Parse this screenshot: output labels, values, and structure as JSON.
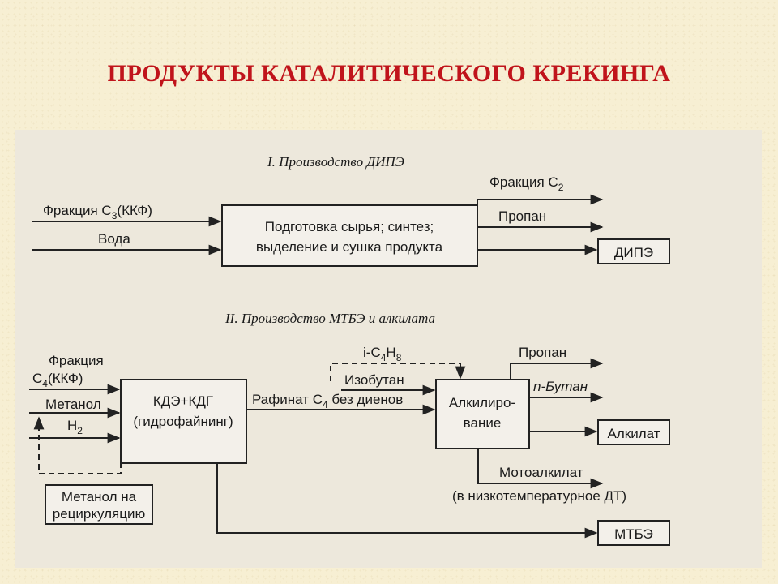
{
  "slide": {
    "title": "ПРОДУКТЫ КАТАЛИТИЧЕСКОГО КРЕКИНГА"
  },
  "colors": {
    "title": "#c0141b",
    "background": "#f7efd3",
    "scan": "#ede8dc",
    "ink": "#222222"
  },
  "diagram": {
    "section1": {
      "title": "I. Производство ДИПЭ",
      "inputs": {
        "c3_fraction": "Фракция С",
        "c3_sub": "3",
        "c3_tail": "(ККФ)",
        "water": "Вода"
      },
      "process_box": {
        "line1": "Подготовка сырья; синтез;",
        "line2": "выделение и сушка продукта"
      },
      "outputs": {
        "c2_fraction": "Фракция С",
        "c2_sub": "2",
        "propane": "Пропан",
        "dipe": "ДИПЭ"
      }
    },
    "section2": {
      "title": "II. Производство МТБЭ и алкилата",
      "inputs": {
        "c4_fraction_line1": "Фракция",
        "c4_fraction_line2a": "С",
        "c4_sub": "4",
        "c4_fraction_line2b": "(ККФ)",
        "methanol": "Метанол",
        "h2": "Н",
        "h2_sub": "2"
      },
      "recycle_box": {
        "line1": "Метанол на",
        "line2": "рециркуляцию"
      },
      "kde_box": {
        "line1": "КДЭ+КДГ",
        "line2": "(гидрофайнинг)"
      },
      "streams": {
        "iso_c4h8_prefix": "i-С",
        "iso_c4h8_sub1": "4",
        "iso_c4h8_mid": "Н",
        "iso_c4h8_sub2": "8",
        "isobutane": "Изобутан",
        "raffinate_a": "Рафинат С",
        "raffinate_sub": "4",
        "raffinate_b": " без диенов"
      },
      "alkylation_box": {
        "line1": "Алкилиро-",
        "line2": "вание"
      },
      "outputs": {
        "propane": "Пропан",
        "n_butane": "n-Бутан",
        "alkylate": "Алкилат",
        "motoalkylate_line1": "Мотоалкилат",
        "motoalkylate_line2": "(в низкотемпературное ДТ)",
        "mtbe": "МТБЭ"
      }
    }
  }
}
